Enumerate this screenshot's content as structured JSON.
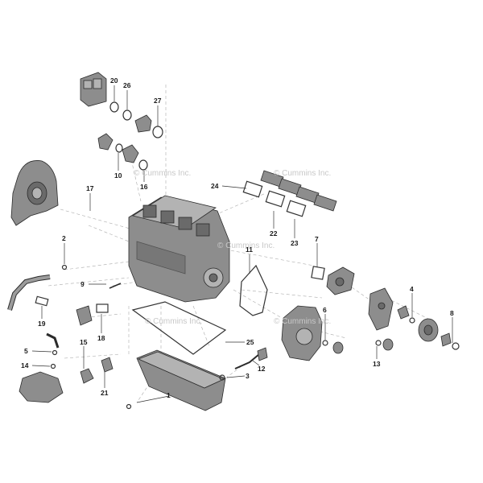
{
  "watermarks": [
    "© Cummins Inc.",
    "© Cummins Inc.",
    "© Cummins Inc.",
    "© Cummins Inc.",
    "© Cummins Inc."
  ],
  "callouts": [
    "1",
    "2",
    "3",
    "4",
    "5",
    "6",
    "7",
    "8",
    "9",
    "10",
    "11",
    "12",
    "13",
    "14",
    "15",
    "16",
    "17",
    "18",
    "19",
    "20",
    "21",
    "22",
    "23",
    "24",
    "25",
    "26",
    "27"
  ],
  "colors": {
    "part_fill": "#8d8d8d",
    "part_light": "#b3b3b3",
    "part_dark": "#6a6a6a",
    "outline": "#2b2b2b",
    "watermark": "#c8c8c8"
  }
}
